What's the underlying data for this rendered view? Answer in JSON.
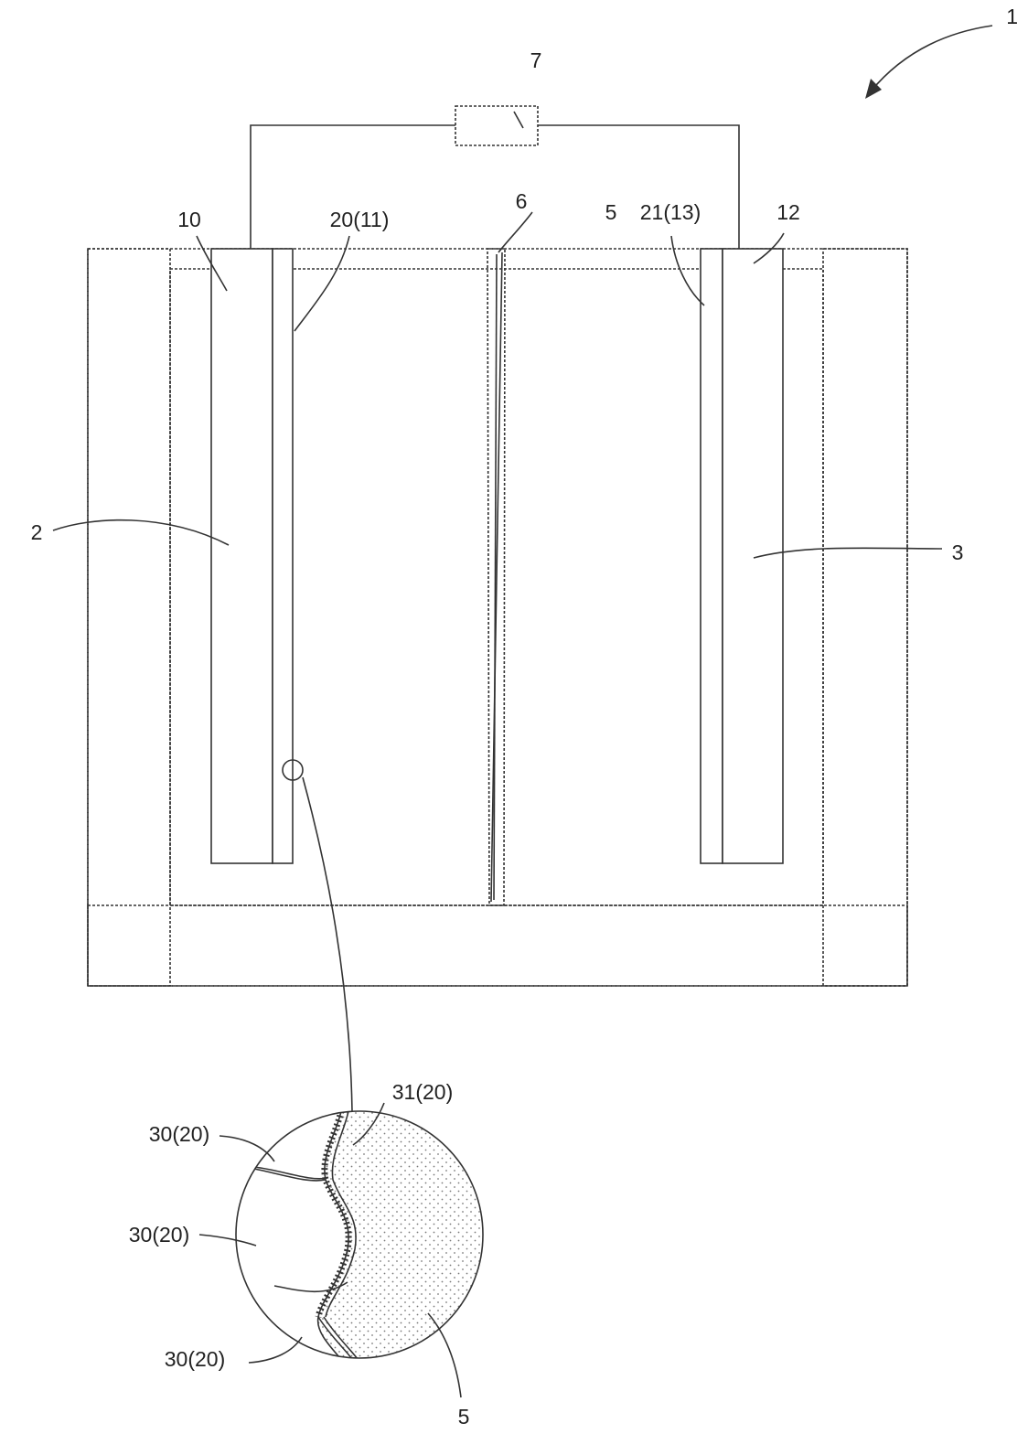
{
  "labels": {
    "device": "1",
    "anode": "2",
    "cathode": "3",
    "electrolyte": "5",
    "electrolyte_zoom": "5",
    "separator": "6",
    "load": "7",
    "anode_collector": "10",
    "anode_film": "20(11)",
    "cathode_film": "21(13)",
    "cathode_collector": "12",
    "zoom_a": "30(20)",
    "zoom_b": "30(20)",
    "zoom_c": "30(20)",
    "zoom_d": "31(20)"
  },
  "colors": {
    "line": "#333333",
    "text": "#222222",
    "dot": "#7a7a7a"
  }
}
